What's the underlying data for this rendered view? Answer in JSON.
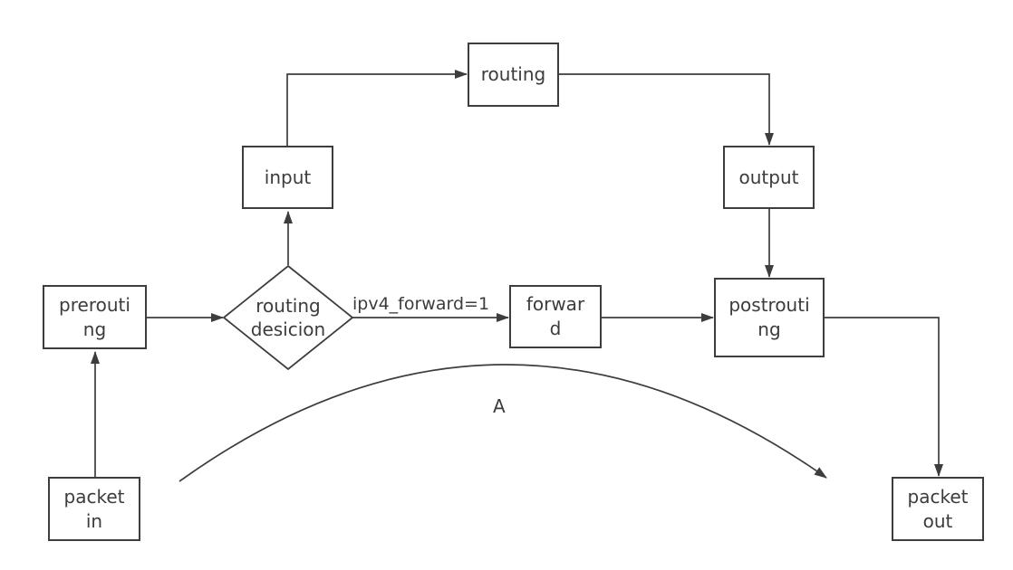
{
  "nodes": {
    "packet_in": {
      "label": "packet\nin"
    },
    "prerouting": {
      "label": "prerouti\nng"
    },
    "routing_decision": {
      "label": "routing\ndesicion"
    },
    "input": {
      "label": "input"
    },
    "routing": {
      "label": "routing"
    },
    "output": {
      "label": "output"
    },
    "forward": {
      "label": "forwar\nd"
    },
    "postrouting": {
      "label": "postrouti\nng"
    },
    "packet_out": {
      "label": "packet\nout"
    }
  },
  "edge_labels": {
    "ipv4_forward": "ipv4_forward=1",
    "arc": "A"
  },
  "colors": {
    "stroke": "#3d3d3d",
    "text": "#3c3c3c",
    "background": "#ffffff"
  }
}
